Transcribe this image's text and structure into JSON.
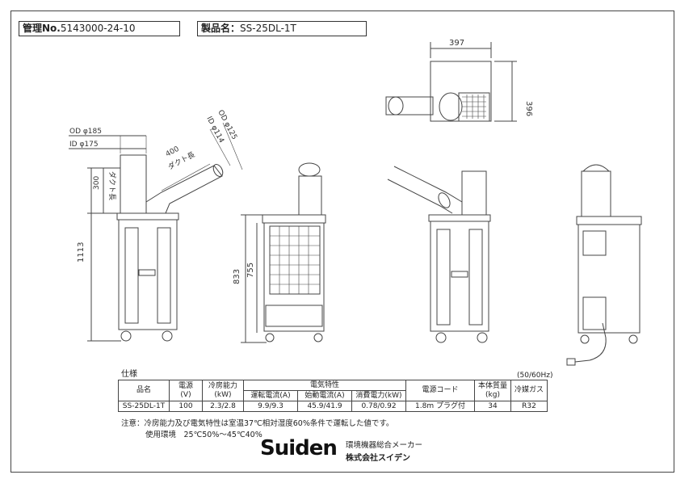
{
  "header": {
    "control_label": "管理No.",
    "control_value": "5143000-24-10",
    "product_label": "製品名：",
    "product_value": "SS-25DL-1T"
  },
  "dimensions": {
    "top_width": "397",
    "top_depth": "396",
    "od_main": "OD φ185",
    "id_main": "ID φ175",
    "od_duct": "OD φ125",
    "id_duct": "ID φ114",
    "duct_length_value": "400",
    "duct_length_label": "ダクト長",
    "duct_vertical_label": "ダクト長",
    "duct_vertical_value": "300",
    "height_total": "1113",
    "height_body": "833",
    "height_grille": "755"
  },
  "specs": {
    "title": "仕様",
    "frequency": "(50/60Hz)",
    "headers": {
      "name": "品名",
      "power": "電源",
      "power_unit": "(V)",
      "cooling": "冷房能力",
      "cooling_unit": "(kW)",
      "electrical": "電気特性",
      "run_current": "運転電流(A)",
      "start_current": "始動電流(A)",
      "consumption": "消費電力(kW)",
      "cord": "電源コード",
      "weight": "本体質量",
      "weight_unit": "(kg)",
      "gas": "冷媒ガス"
    },
    "row": {
      "name": "SS-25DL-1T",
      "power": "100",
      "cooling": "2.3/2.8",
      "run_current": "9.9/9.3",
      "start_current": "45.9/41.9",
      "consumption": "0.78/0.92",
      "cord": "1.8m プラグ付",
      "weight": "34",
      "gas": "R32"
    }
  },
  "notes": {
    "note": "注意：冷房能力及び電気特性は室温37℃相対湿度60%条件で運転した値です。",
    "env": "使用環境　25℃50%～45℃40%"
  },
  "company": {
    "logo": "Suiden",
    "tagline": "環境機器総合メーカー",
    "name": "株式会社スイデン"
  }
}
